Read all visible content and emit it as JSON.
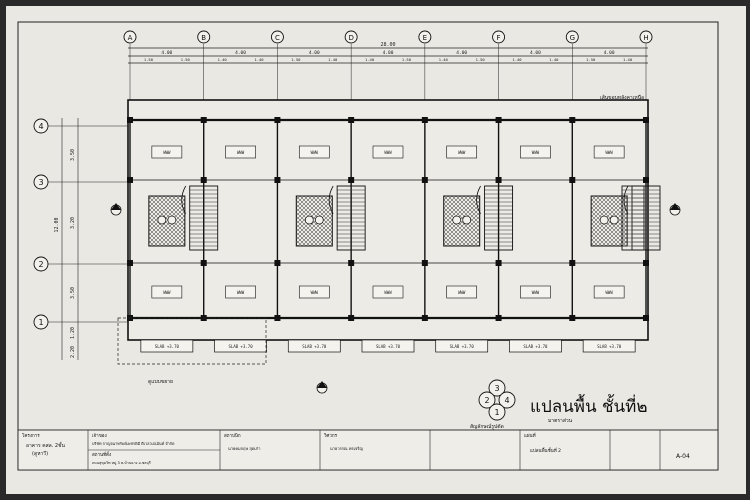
{
  "plan": {
    "column_grid": [
      "A",
      "B",
      "C",
      "D",
      "E",
      "F",
      "G",
      "H"
    ],
    "row_grid": [
      "4",
      "3",
      "2",
      "1"
    ],
    "overall_dimension": "28.00",
    "bay_dimensions": [
      "4.00",
      "4.00",
      "4.00",
      "4.00",
      "4.00",
      "4.00",
      "4.00"
    ],
    "sub_dimensions": [
      "1.50",
      "1.50",
      "1.40",
      "1.40",
      "1.50",
      "1.40",
      "1.40",
      "1.50",
      "1.40",
      "1.50",
      "1.40",
      "1.40",
      "1.50",
      "1.40"
    ],
    "row_dimensions": [
      "3.50",
      "3.20",
      "3.50",
      "1.20",
      "2.20"
    ],
    "total_depth": "12.00",
    "room_tag": "WWW",
    "slab_label": "SLAB +3.70",
    "title": "แปลนพื้น ชั้นที่๒",
    "scale_note": "มาตราส่วน",
    "section_note": "สัญลักษณ์รูปตัด",
    "top_right_note": "เส้นขอบหลังคาเหนือ",
    "bottom_left_note": "ดูแบบขยาย",
    "section_marker": [
      "3",
      "2",
      "4",
      "1"
    ]
  },
  "title_block": {
    "project_label": "โครงการ",
    "project_name": "อาคาร คสล. 2ชั้น",
    "project_sub": "(ดูหาวี)",
    "owner_label": "เจ้าของ",
    "owner_name": "บริษัท กาญจนาทรัพย์เพชรพิมี ดีเวลวเปเม้นท์ จำกัด",
    "location_label": "สถานที่ตั้ง",
    "location_text": "ถนนสุขุมวิท หมู่ 3 ต.บ้านฉาง อ.ชลบุรี",
    "designer_label": "สถาปนิก",
    "designer_name": "นายคมกฤษ สุดเก๋า",
    "engineer_label": "วิศวกร",
    "engineer_name": "นายวรรณ พรเจริญ",
    "drawing_label": "แผ่นที่",
    "drawing_title": "แปลนพื้นชั้นที่ 2",
    "sheet_no": "A-04"
  }
}
